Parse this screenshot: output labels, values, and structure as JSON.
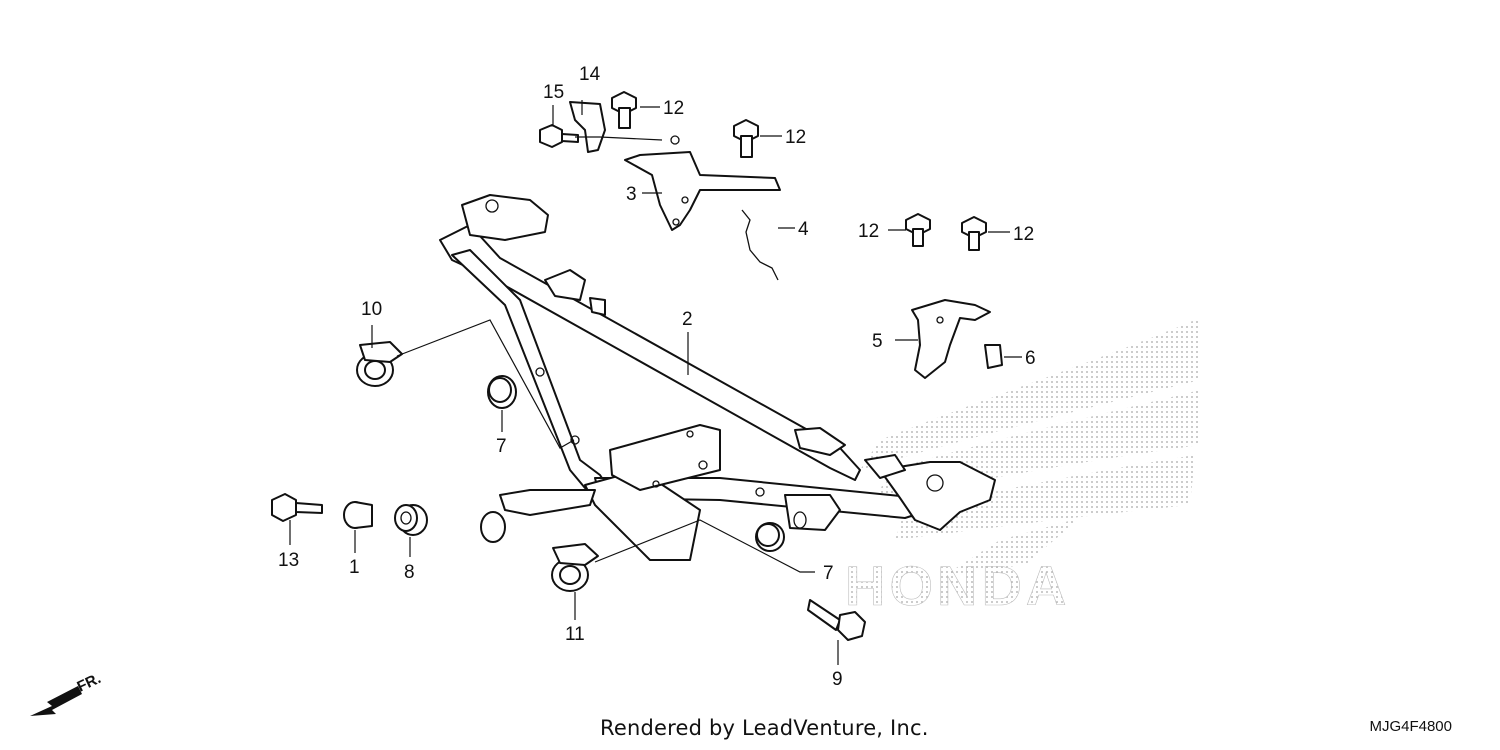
{
  "diagram": {
    "brand_watermark": "HONDA",
    "direction_label": "FR.",
    "footer_text": "Rendered by LeadVenture, Inc.",
    "diagram_code": "MJG4F4800",
    "colors": {
      "line": "#111111",
      "watermark": "#bdbdbd",
      "background": "#ffffff"
    },
    "callouts": [
      "1",
      "2",
      "3",
      "4",
      "5",
      "6",
      "7",
      "7",
      "8",
      "9",
      "10",
      "11",
      "12",
      "12",
      "12",
      "12",
      "13",
      "14",
      "15"
    ]
  }
}
